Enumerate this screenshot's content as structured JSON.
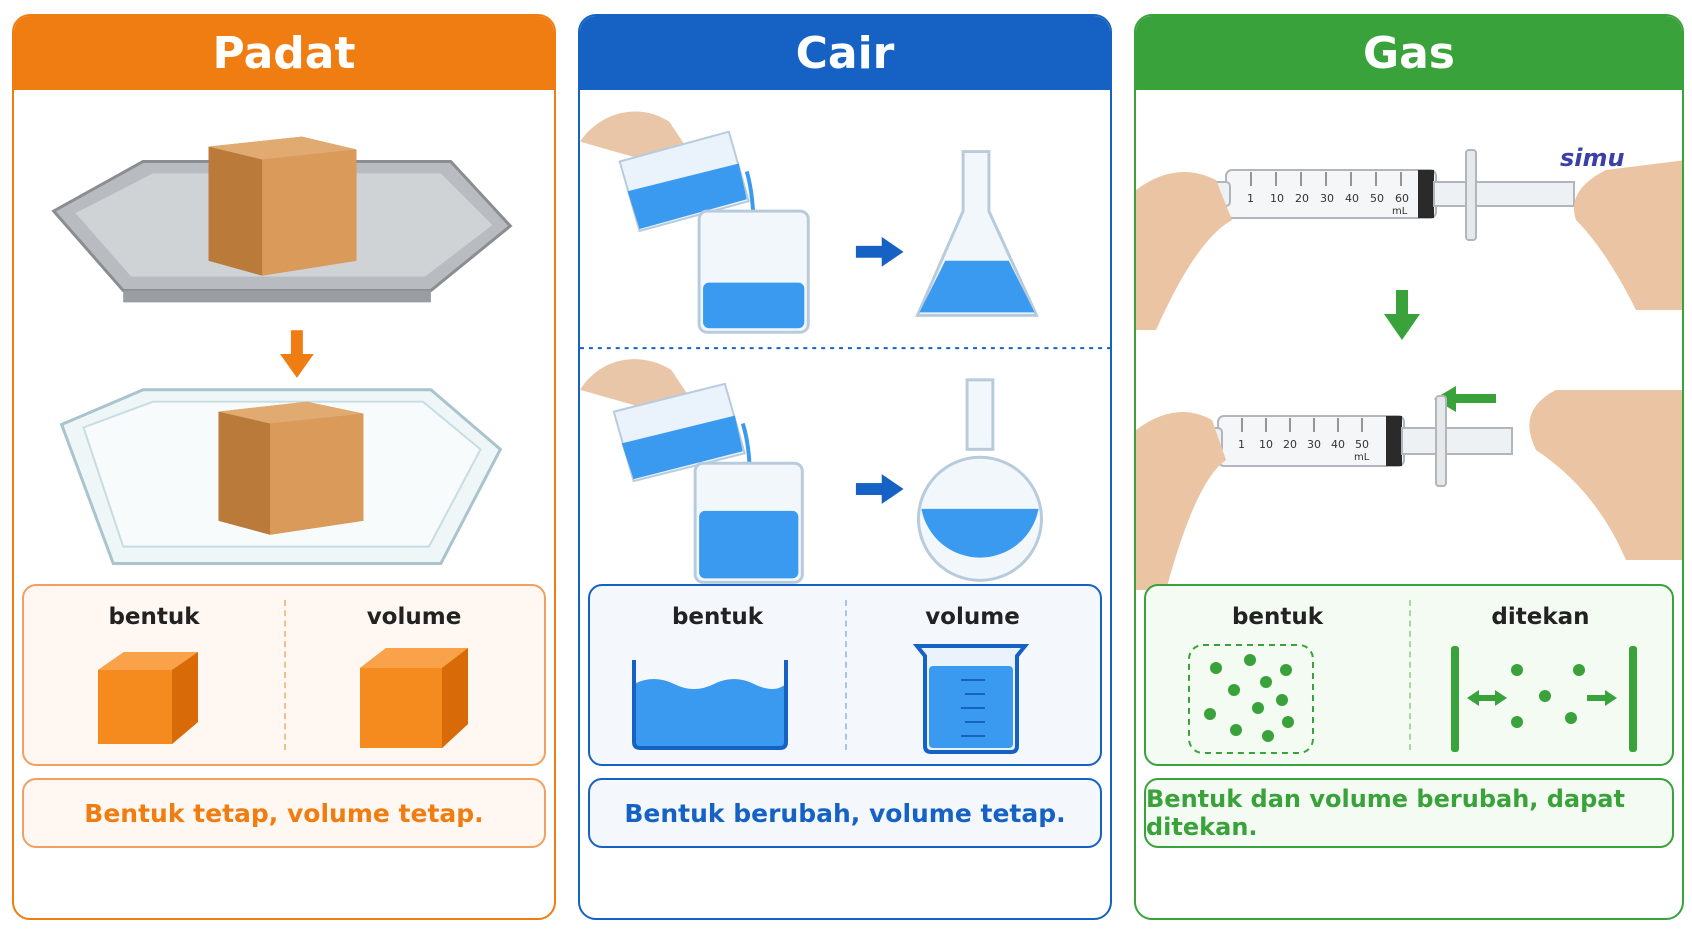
{
  "panels": [
    {
      "title": "Padat",
      "color": "#f07d12",
      "feature_left": "bentuk",
      "feature_right": "volume",
      "summary": "Bentuk tetap, volume tetap."
    },
    {
      "title": "Cair",
      "color": "#1662c4",
      "feature_left": "bentuk",
      "feature_right": "volume",
      "summary": "Bentuk berubah, volume tetap."
    },
    {
      "title": "Gas",
      "color": "#3aa23a",
      "feature_left": "bentuk",
      "feature_right": "ditekan",
      "summary": "Bentuk dan volume berubah, dapat ditekan."
    }
  ],
  "syringe_top": {
    "ticks": [
      "1",
      "10",
      "20",
      "30",
      "40",
      "50",
      "60"
    ],
    "unit": "mL"
  },
  "syringe_bottom": {
    "ticks": [
      "1",
      "10",
      "20",
      "30",
      "40",
      "50"
    ],
    "unit": "mL"
  },
  "watermark": "simu",
  "icons": {
    "arrow_down": "arrow-down-icon",
    "arrow_right": "arrow-right-icon",
    "arrow_left": "arrow-left-icon"
  }
}
